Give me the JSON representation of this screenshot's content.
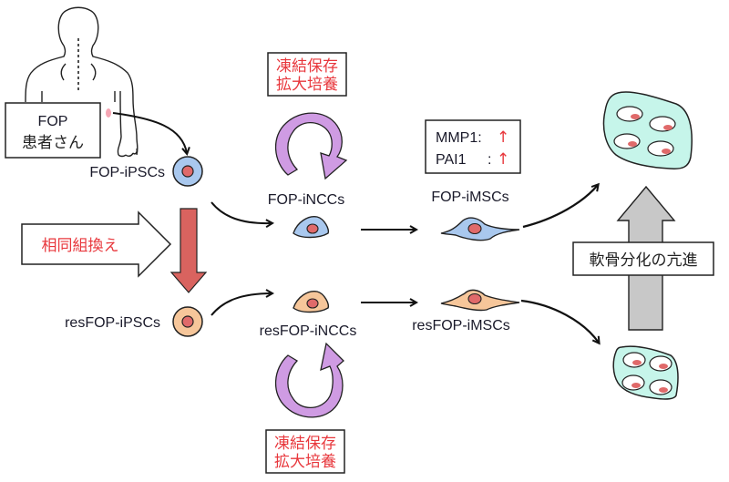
{
  "patient": {
    "box_line1": "FOP",
    "box_line2": "患者さん"
  },
  "cells": {
    "fop_ipsc": "FOP-iPSCs",
    "res_ipsc": "resFOP-iPSCs",
    "fop_incc": "FOP-iNCCs",
    "res_incc": "resFOP-iNCCs",
    "fop_imsc": "FOP-iMSCs",
    "res_imsc": "resFOP-iMSCs"
  },
  "recombination": {
    "label": "相同組換え"
  },
  "culture_top": {
    "line1": "凍結保存",
    "line2": "拡大培養"
  },
  "culture_bottom": {
    "line1": "凍結保存",
    "line2": "拡大培養"
  },
  "markers": {
    "mmp1_label": "MMP1:",
    "mmp1_arrow": "↑",
    "pai1_label": "PAI1",
    "pai1_sep": ":",
    "pai1_arrow": "↑"
  },
  "outcome": {
    "label": "軟骨分化の亢進"
  },
  "colors": {
    "fop_cell": "#a9c8ee",
    "res_cell": "#f6c69a",
    "nucleus": "#e06a6a",
    "recomb_arrow": "#d9635f",
    "cycle_arrow": "#cf9be3",
    "cartilage": "#c6f5ea",
    "outcome_arrow": "#c8c8c8",
    "accent_red": "#e8383d"
  }
}
